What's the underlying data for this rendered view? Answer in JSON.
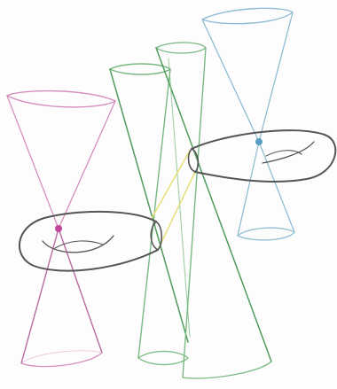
{
  "colors": {
    "background": "#fdfdfd",
    "pink_cone": "#d78fbf",
    "pink_cone_dark": "#b86aa3",
    "pink_apex": "#c2479a",
    "green_cone": "#79b982",
    "green_cone_dark": "#4f9b5e",
    "blue_cone": "#8fbdd3",
    "blue_apex": "#5a9cc2",
    "handle": "#555555",
    "yellow_bridge": "#e7e07a"
  },
  "shapes": [
    {
      "id": "pink-light-cone",
      "kind": "light-cone",
      "color_key": "pink_cone"
    },
    {
      "id": "green-light-cone-left",
      "kind": "light-cone",
      "color_key": "green_cone"
    },
    {
      "id": "green-light-cone-right",
      "kind": "light-cone",
      "color_key": "green_cone"
    },
    {
      "id": "blue-light-cone",
      "kind": "light-cone",
      "color_key": "blue_cone"
    },
    {
      "id": "left-handle-surface",
      "kind": "handle",
      "color_key": "handle"
    },
    {
      "id": "right-handle-surface",
      "kind": "handle",
      "color_key": "handle"
    },
    {
      "id": "yellow-bridge",
      "kind": "bridge",
      "color_key": "yellow_bridge"
    }
  ]
}
